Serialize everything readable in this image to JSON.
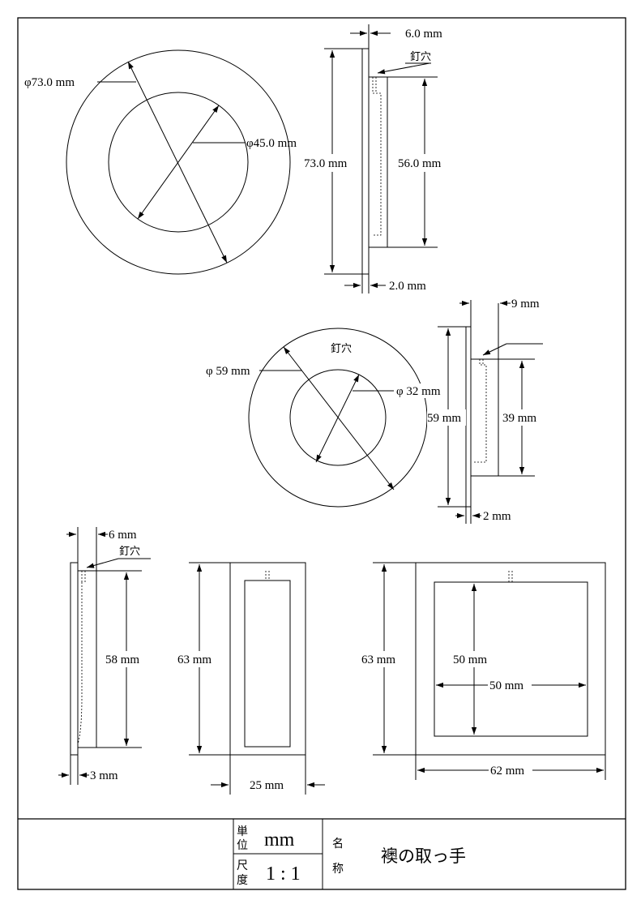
{
  "diagram": {
    "top_left": {
      "outer_diameter": "φ73.0 mm",
      "inner_diameter": "φ45.0 mm"
    },
    "top_side": {
      "thickness": "6.0 mm",
      "nail_hole": "釘穴",
      "height": "73.0 mm",
      "inner_height": "56.0 mm",
      "plate_thickness": "2.0 mm"
    },
    "middle_round": {
      "nail_hole": "釘穴",
      "outer_diameter": "φ 59 mm",
      "inner_diameter": "φ 32 mm"
    },
    "middle_side": {
      "thickness": "9 mm",
      "height": "59 mm",
      "inner_height": "39 mm",
      "plate_thickness": "2 mm"
    },
    "bottom_side": {
      "thickness": "6 mm",
      "nail_hole": "釘穴",
      "inner_height": "58 mm",
      "plate_thickness": "3 mm"
    },
    "bottom_rect": {
      "height": "63 mm",
      "width": "25 mm"
    },
    "bottom_square": {
      "height": "63 mm",
      "inner_height": "50 mm",
      "inner_width": "50 mm",
      "width": "62 mm"
    }
  },
  "title_block": {
    "unit_label_1": "単",
    "unit_label_2": "位",
    "unit_value": "mm",
    "scale_label_1": "尺",
    "scale_label_2": "度",
    "scale_value": "1 : 1",
    "name_label_1": "名",
    "name_label_2": "称",
    "name_value": "襖の取っ手"
  }
}
